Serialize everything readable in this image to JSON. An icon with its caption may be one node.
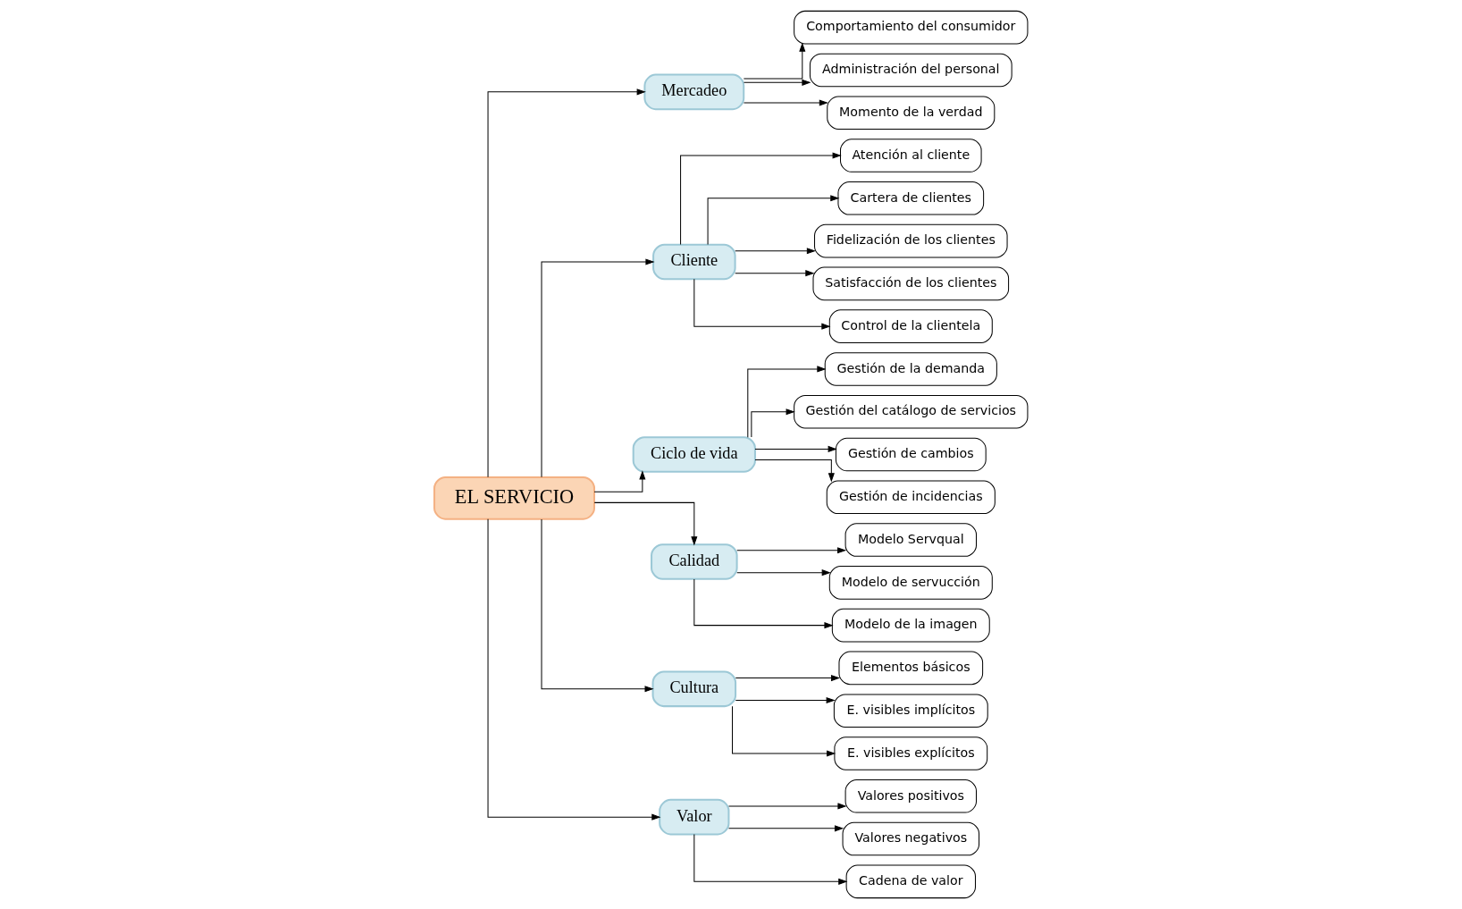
{
  "diagram": {
    "nodes": [
      {
        "text": [
          "EL SERVICIO"
        ]
      },
      {
        "text": [
          "Mercadeo"
        ]
      },
      {
        "text": [
          "Cliente"
        ]
      },
      {
        "text": [
          "Ciclo de vida"
        ]
      },
      {
        "text": [
          "Calidad"
        ]
      },
      {
        "text": [
          "Cultura"
        ]
      },
      {
        "text": [
          "Valor"
        ]
      },
      {
        "text": [
          "Comportamiento del consumidor"
        ]
      },
      {
        "text": [
          "Administración del personal"
        ]
      },
      {
        "text": [
          "Momento de la verdad"
        ]
      },
      {
        "text": [
          "Atención al cliente"
        ]
      },
      {
        "text": [
          "Cartera de clientes"
        ]
      },
      {
        "text": [
          "Fidelización de los clientes"
        ]
      },
      {
        "text": [
          "Satisfacción de los clientes"
        ]
      },
      {
        "text": [
          "Control de la clientela"
        ]
      },
      {
        "text": [
          "Gestión de la demanda"
        ]
      },
      {
        "text": [
          "Gestión del catálogo de servicios"
        ]
      },
      {
        "text": [
          "Gestión de cambios"
        ]
      },
      {
        "text": [
          "Gestión de incidencias"
        ]
      },
      {
        "text": [
          "Modelo Servqual"
        ]
      },
      {
        "text": [
          "Modelo de servucción"
        ]
      },
      {
        "text": [
          "Modelo de la imagen"
        ]
      },
      {
        "text": [
          "Elementos básicos"
        ]
      },
      {
        "text": [
          "E. visibles implícitos"
        ]
      },
      {
        "text": [
          "E. visibles explícitos"
        ]
      },
      {
        "text": [
          "Valores positivos"
        ]
      },
      {
        "text": [
          "Valores negativos"
        ]
      },
      {
        "text": [
          "Cadena de valor"
        ]
      }
    ],
    "edges": [
      {
        "from": 0,
        "to": 1,
        "arrow": "to"
      },
      {
        "from": 0,
        "to": 2,
        "arrow": "to"
      },
      {
        "from": 0,
        "to": 3,
        "arrow": "to"
      },
      {
        "from": 0,
        "to": 4,
        "arrow": "to"
      },
      {
        "from": 0,
        "to": 5,
        "arrow": "to"
      },
      {
        "from": 0,
        "to": 6,
        "arrow": "to"
      },
      {
        "from": 1,
        "to": 7,
        "arrow": "to"
      },
      {
        "from": 1,
        "to": 8,
        "arrow": "to"
      },
      {
        "from": 1,
        "to": 9,
        "arrow": "to"
      },
      {
        "from": 2,
        "to": 10,
        "arrow": "to"
      },
      {
        "from": 2,
        "to": 11,
        "arrow": "to"
      },
      {
        "from": 2,
        "to": 12,
        "arrow": "to"
      },
      {
        "from": 2,
        "to": 13,
        "arrow": "to"
      },
      {
        "from": 2,
        "to": 14,
        "arrow": "to"
      },
      {
        "from": 3,
        "to": 15,
        "arrow": "to"
      },
      {
        "from": 3,
        "to": 16,
        "arrow": "to"
      },
      {
        "from": 3,
        "to": 17,
        "arrow": "to"
      },
      {
        "from": 3,
        "to": 18,
        "arrow": "to"
      },
      {
        "from": 4,
        "to": 19,
        "arrow": "to"
      },
      {
        "from": 4,
        "to": 20,
        "arrow": "to"
      },
      {
        "from": 4,
        "to": 21,
        "arrow": "to"
      },
      {
        "from": 5,
        "to": 22,
        "arrow": "to"
      },
      {
        "from": 5,
        "to": 23,
        "arrow": "to"
      },
      {
        "from": 5,
        "to": 24,
        "arrow": "to"
      },
      {
        "from": 6,
        "to": 25,
        "arrow": "to"
      },
      {
        "from": 6,
        "to": 26,
        "arrow": "to"
      },
      {
        "from": 6,
        "to": 27,
        "arrow": "to"
      }
    ]
  }
}
